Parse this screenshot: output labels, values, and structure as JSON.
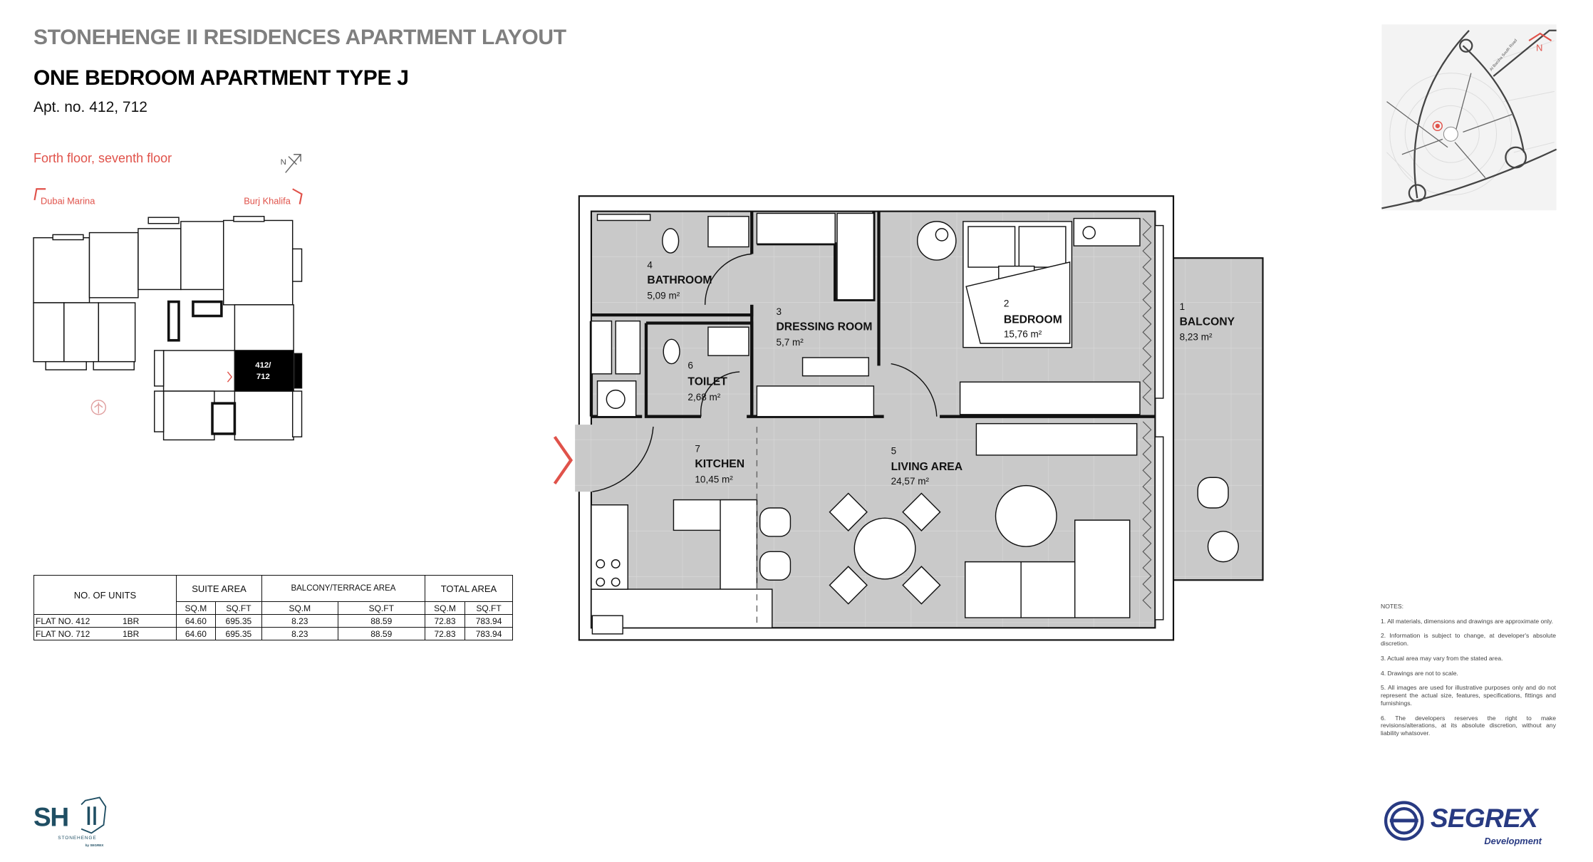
{
  "header": {
    "project_title": "STONEHENGE II RESIDENCES APARTMENT LAYOUT",
    "unit_title": "ONE BEDROOM APARTMENT TYPE J",
    "apartment_numbers": "Apt. no. 412, 712"
  },
  "key_plan": {
    "floors": "Forth floor, seventh floor",
    "north_label": "N",
    "view_left": "Dubai Marina",
    "view_right": "Burj Khalifa",
    "unit_line1": "412/",
    "unit_line2": "712"
  },
  "table": {
    "headers": {
      "units": "NO. OF UNITS",
      "suite": "SUITE AREA",
      "balcony": "BALCONY/TERRACE AREA",
      "total": "TOTAL AREA",
      "sqm": "SQ.M",
      "sqft": "SQ.FT"
    },
    "rows": [
      {
        "flat": "FLAT NO. 412",
        "type": "1BR",
        "suite_sqm": "64.60",
        "suite_sqft": "695.35",
        "balcony_sqm": "8.23",
        "balcony_sqft": "88.59",
        "total_sqm": "72.83",
        "total_sqft": "783.94"
      },
      {
        "flat": "FLAT NO. 712",
        "type": "1BR",
        "suite_sqm": "64.60",
        "suite_sqft": "695.35",
        "balcony_sqm": "8.23",
        "balcony_sqft": "88.59",
        "total_sqm": "72.83",
        "total_sqft": "783.94"
      }
    ]
  },
  "rooms": [
    {
      "num": "1",
      "name": "BALCONY",
      "area": "8,23 m²"
    },
    {
      "num": "2",
      "name": "BEDROOM",
      "area": "15,76 m²"
    },
    {
      "num": "3",
      "name": "DRESSING ROOM",
      "area": "5,7 m²"
    },
    {
      "num": "4",
      "name": "BATHROOM",
      "area": "5,09 m²"
    },
    {
      "num": "5",
      "name": "LIVING AREA",
      "area": "24,57 m²"
    },
    {
      "num": "6",
      "name": "TOILET",
      "area": "2,68 m²"
    },
    {
      "num": "7",
      "name": "KITCHEN",
      "area": "10,45 m²"
    }
  ],
  "map": {
    "north_label": "N",
    "road_label": "Al Barsha South Road"
  },
  "notes": {
    "title": "NOTES:",
    "items": [
      "1. All materials, dimensions and drawings are approximate only.",
      "2. Information is subject to change, at developer's absolute discretion.",
      "3. Actual area may vary from the stated area.",
      "4. Drawings are not to scale.",
      "5. All images are used for illustrative purposes only and do not represent the actual size, features, specifications, fittings and furnishings.",
      "6. The developers reserves the right to make revisions/alterations, at its absolute discretion, without any liability whatsover."
    ]
  },
  "logos": {
    "left_mark": "SH",
    "left_name": "STONEHENGE",
    "left_by": "by SEGREX",
    "right_name": "SEGREX",
    "right_sub": "Development"
  },
  "colors": {
    "accent": "#e0524a",
    "brand_navy": "#283a82",
    "brand_teal": "#1f4e63",
    "floor": "#c8c8c8"
  }
}
